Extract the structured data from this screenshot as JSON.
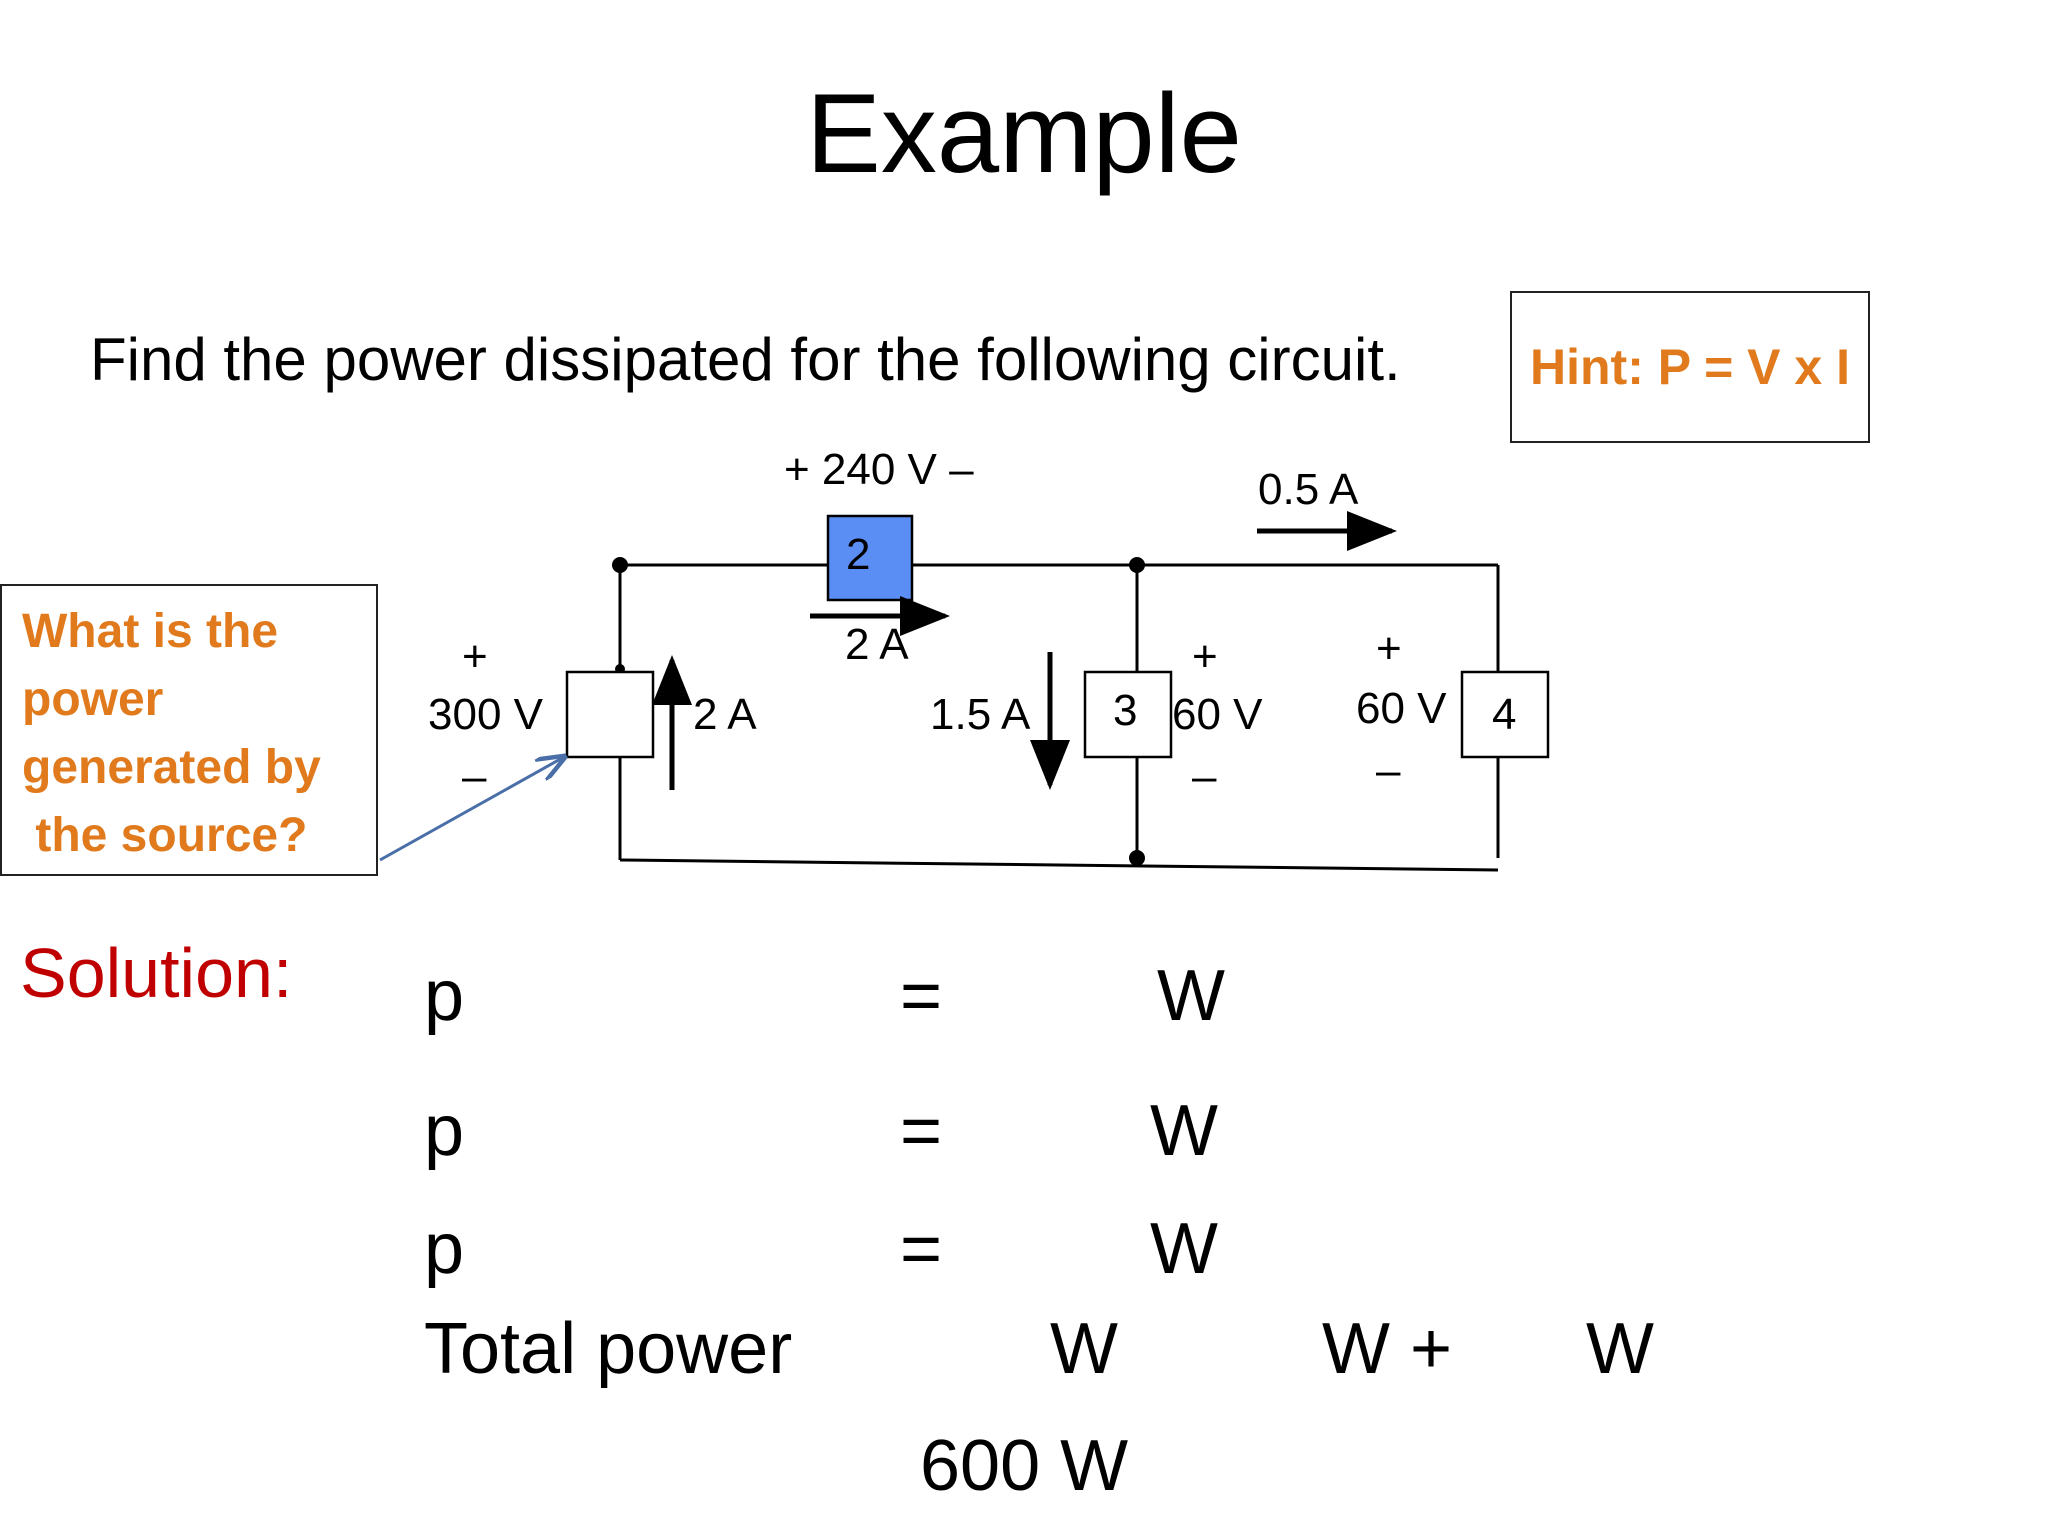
{
  "title": "Example",
  "question": "Find the power dissipated for the following circuit.",
  "hint": "Hint: P = V x I",
  "callout": {
    "lines": [
      "What is the",
      "power",
      "generated by",
      " the source?"
    ]
  },
  "circuit": {
    "element2": {
      "label": "2",
      "voltage": "+ 240 V –",
      "current": "2 A"
    },
    "element3": {
      "label": "3",
      "current": "1.5 A",
      "plus": "+",
      "voltage": "60 V",
      "minus": "–"
    },
    "element4": {
      "label": "4",
      "current": "0.5 A",
      "plus": "+",
      "voltage": "60 V",
      "minus": "–"
    },
    "source": {
      "plus": "+",
      "voltage": "300 V",
      "minus": "–",
      "current": "2 A"
    },
    "colors": {
      "element2_fill": "#5b8ef5",
      "wire": "#000000",
      "callout_arrow": "#4a6fa8"
    }
  },
  "solution": {
    "label": "Solution:",
    "rows": [
      {
        "p": "p",
        "eq": "=",
        "unit": "W"
      },
      {
        "p": "p",
        "eq": "=",
        "unit": "W"
      },
      {
        "p": "p",
        "eq": "=",
        "unit": "W"
      }
    ],
    "total": {
      "label": "Total power",
      "w1": "W",
      "w2": "W +",
      "w3": "W"
    },
    "result": "600 W"
  },
  "colors": {
    "accent_orange": "#e07a1c",
    "solution_red": "#c00000"
  }
}
